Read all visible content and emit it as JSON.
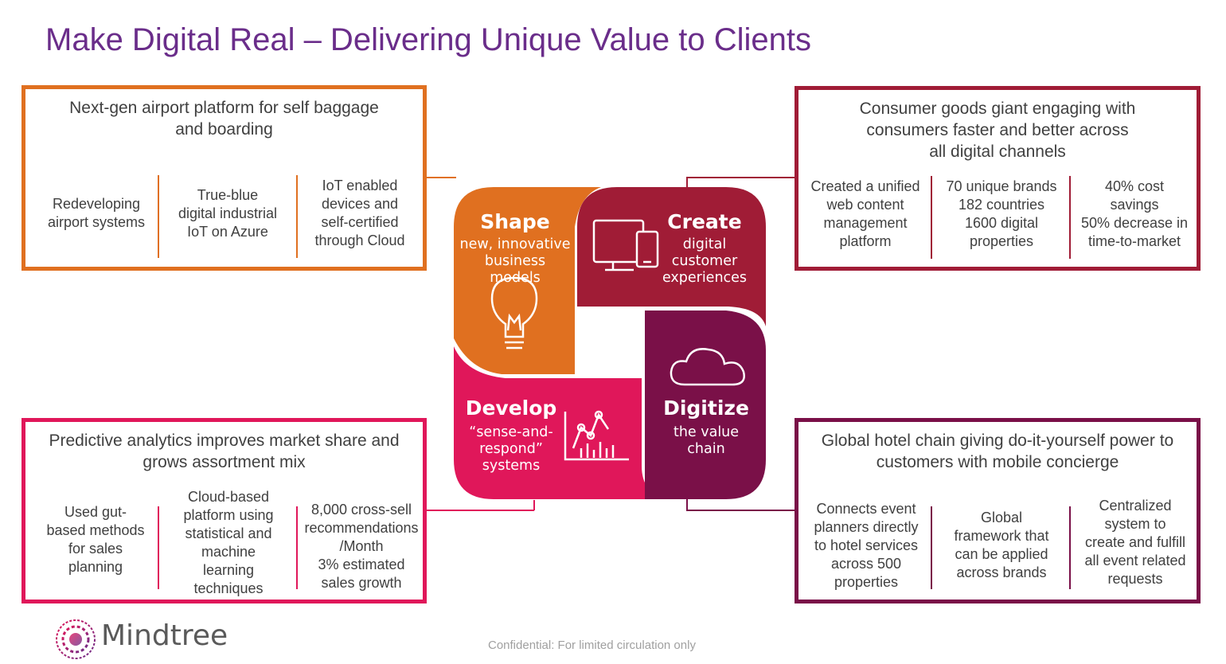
{
  "title": "Make Digital Real – Delivering Unique Value to Clients",
  "cards": {
    "airport": {
      "heading": "Next-gen airport platform for self baggage\nand boarding",
      "items": [
        "Redeveloping\nairport systems",
        "True-blue\ndigital industrial\nIoT on Azure",
        "IoT enabled\ndevices and\nself-certified\nthrough Cloud"
      ],
      "color": "#e07020"
    },
    "consumer": {
      "heading": "Consumer goods giant engaging with\nconsumers faster and better across\nall digital channels",
      "items": [
        "Created a unified\nweb content\nmanagement\nplatform",
        "70 unique brands\n182 countries\n1600 digital\nproperties",
        "40% cost\nsavings\n50% decrease in\ntime-to-market"
      ],
      "color": "#a01c36"
    },
    "analytics": {
      "heading": "Predictive analytics improves market share and\ngrows assortment mix",
      "items": [
        "Used gut-\nbased methods\nfor sales\nplanning",
        "Cloud-based\nplatform using\nstatistical and\nmachine\nlearning\ntechniques",
        "8,000 cross-sell\nrecommendations\n/Month\n3% estimated\nsales growth"
      ],
      "color": "#e0175a"
    },
    "hotel": {
      "heading": "Global hotel chain giving do-it-yourself power to\ncustomers with mobile concierge",
      "items": [
        "Connects event\nplanners directly\nto hotel services\nacross 500\nproperties",
        "Global\nframework that\ncan be applied\nacross brands",
        "Centralized\nsystem to\ncreate and fulfill\nall event related\nrequests"
      ],
      "color": "#7a1048"
    }
  },
  "quadrants": {
    "shape": {
      "title": "Shape",
      "subtitle": "new, innovative\nbusiness\nmodels",
      "icon": "lightbulb-icon",
      "color": "#e07020"
    },
    "create": {
      "title": "Create",
      "subtitle": "digital\ncustomer\nexperiences",
      "icon": "devices-icon",
      "color": "#a01c36"
    },
    "develop": {
      "title": "Develop",
      "subtitle": "“sense-and-\nrespond”\nsystems",
      "icon": "analytics-chart-icon",
      "color": "#e0175a"
    },
    "digitize": {
      "title": "Digitize",
      "subtitle": "the value\nchain",
      "icon": "cloud-icon",
      "color": "#7a1048"
    }
  },
  "logo": {
    "name": "Mindtree"
  },
  "footer": "Confidential: For limited  circulation only"
}
